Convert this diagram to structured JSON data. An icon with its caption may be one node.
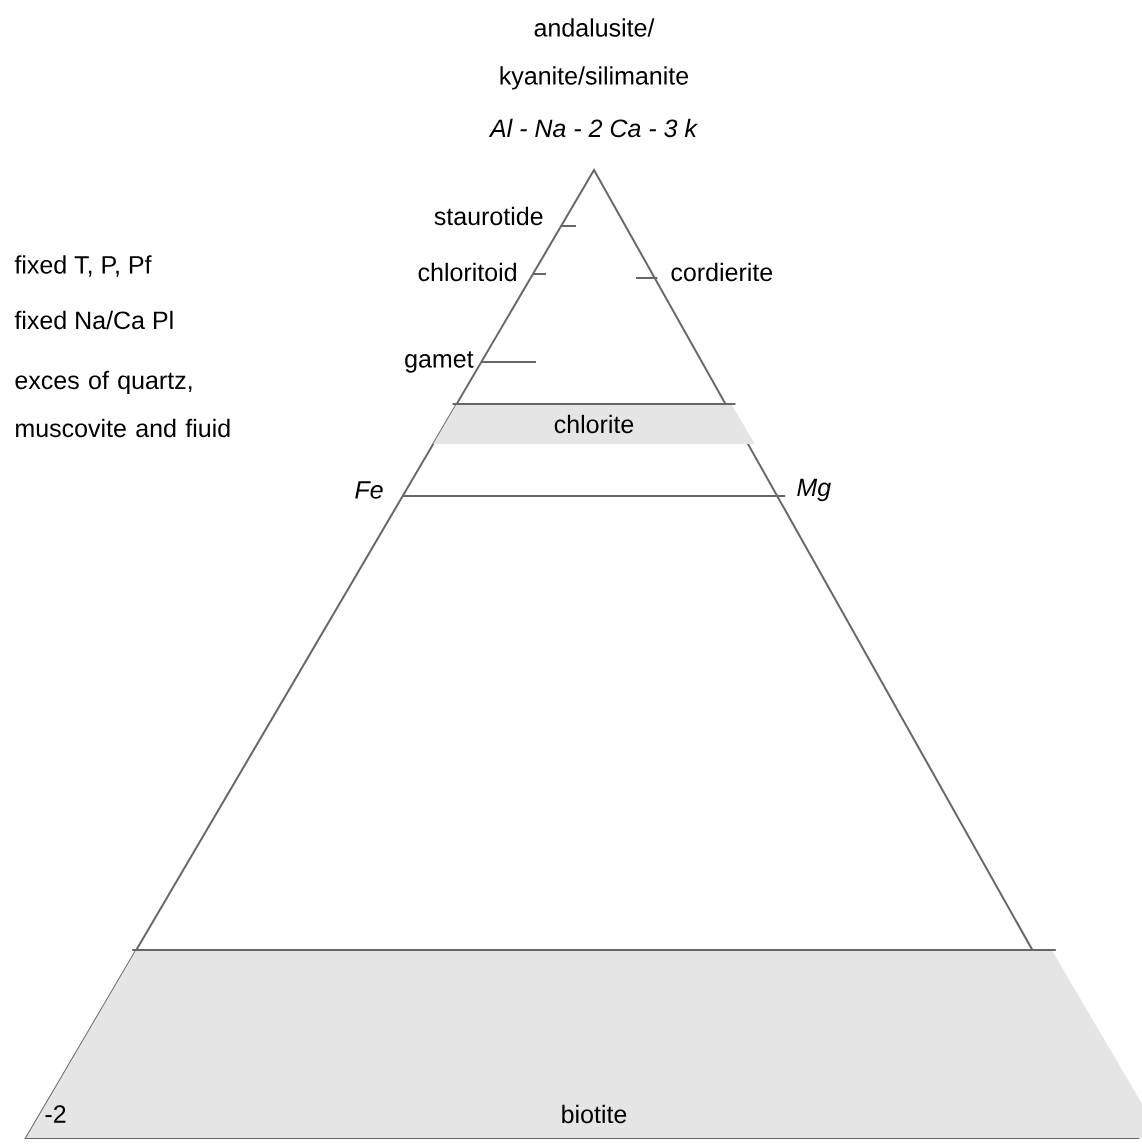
{
  "diagram": {
    "nodes": [
      {
        "text": [
          "chlorite"
        ]
      },
      {
        "text": [
          "biotite"
        ]
      }
    ],
    "labels": [
      "andalusite/ kyanite/silimanite",
      "*Al - Na - 2 Ca - 3 k*",
      "staurotide",
      "fixed T, P, Pf",
      "chloritoid",
      "cordierite",
      "fixed  Na/Ca Pl",
      "gamet",
      "exces of quartz, muscovite and fiuid",
      "*Fe*",
      "*Mg*",
      "-2"
    ]
  }
}
